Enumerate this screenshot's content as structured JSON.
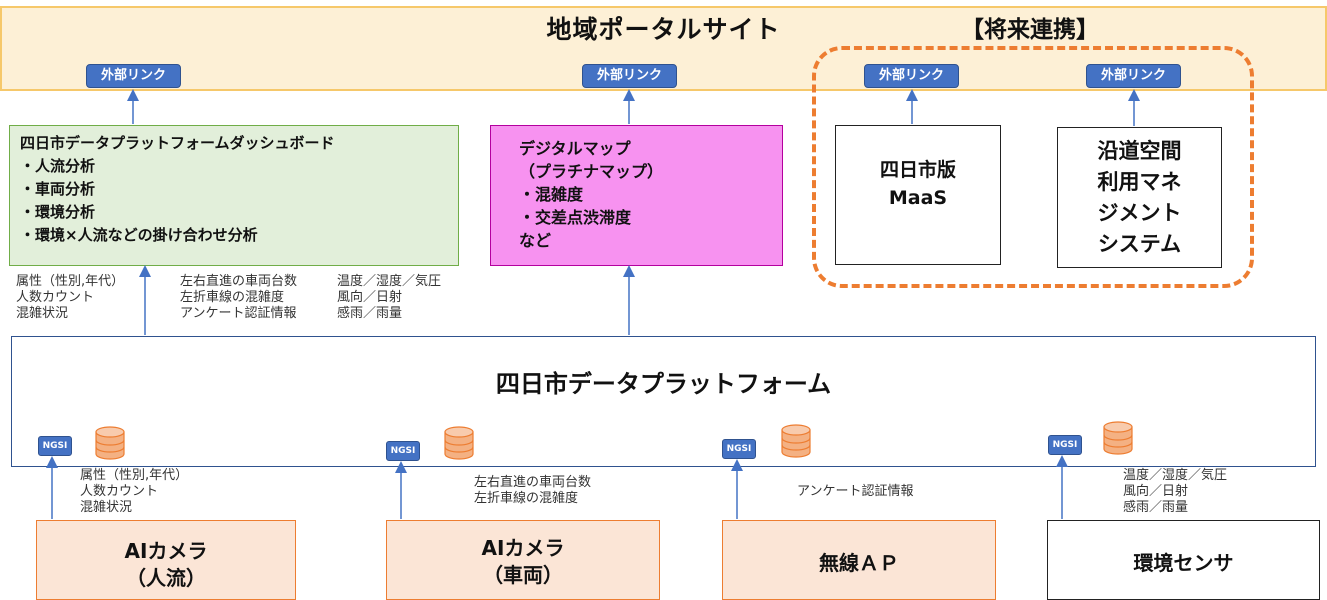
{
  "portal": {
    "title": "地域ポータルサイト",
    "future_label": "【将来連携】",
    "ext_link": "外部リンク"
  },
  "dashboard": {
    "title": "四日市データプラットフォームダッシュボード",
    "items": [
      "・人流分析",
      "・車両分析",
      "・環境分析",
      "・環境×人流などの掛け合わせ分析"
    ]
  },
  "digital_map": {
    "lines": [
      "デジタルマップ",
      "（プラチナマップ）",
      "・混雑度",
      "・交差点渋滞度",
      "など"
    ]
  },
  "maas": {
    "lines": [
      "四日市版",
      "MaaS"
    ]
  },
  "road": {
    "lines": [
      "沿道空間",
      "利用マネ",
      "ジメント",
      "システム"
    ]
  },
  "upper_data": {
    "people": [
      "属性（性別,年代）",
      "人数カウント",
      "混雑状況"
    ],
    "vehicle": [
      "左右直進の車両台数",
      "左折車線の混雑度",
      "アンケート認証情報"
    ],
    "env": [
      "温度／湿度／気圧",
      "風向／日射",
      "感雨／雨量"
    ]
  },
  "platform": {
    "title": "四日市データプラットフォーム",
    "ngsi_label": "NGSI"
  },
  "lower_data": {
    "people": [
      "属性（性別,年代）",
      "人数カウント",
      "混雑状況"
    ],
    "vehicle": [
      "左右直進の車両台数",
      "左折車線の混雑度"
    ],
    "wifi": [
      "アンケート認証情報"
    ],
    "env": [
      "温度／湿度／気圧",
      "風向／日射",
      "感雨／雨量"
    ]
  },
  "devices": {
    "ai_people": [
      "AIカメラ",
      "（人流）"
    ],
    "ai_vehicle": [
      "AIカメラ",
      "（車両）"
    ],
    "wifi": [
      "無線ＡＰ"
    ],
    "env_sensor": [
      "環境センサ"
    ]
  },
  "colors": {
    "portal_fill": "#fdf0d6",
    "portal_border": "#f6c86a",
    "link_blue": "#4472c4",
    "green_fill": "#e2efda",
    "pink_fill": "#f792f0",
    "device_fill": "#fbe5d6",
    "orange": "#ed7d31",
    "db_fill": "#f4b183"
  }
}
